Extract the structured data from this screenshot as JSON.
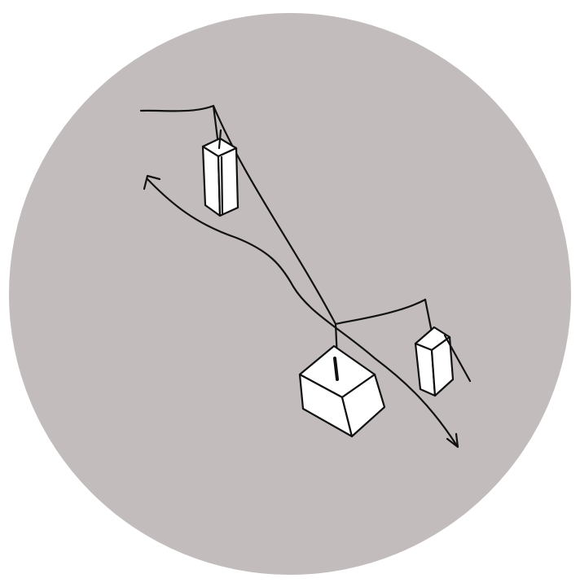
{
  "colors": {
    "background": "#ffffff",
    "disc": "#c2bcbc",
    "ink": "#111111",
    "box_fill": "#ffffff"
  },
  "icons": [
    "double-headed-arrow-icon"
  ],
  "elements": {
    "disc": "circle-background",
    "path": "double-headed-curved-arrow",
    "objects": [
      "tall-box-upper-left",
      "cube-center",
      "tall-box-right"
    ]
  }
}
